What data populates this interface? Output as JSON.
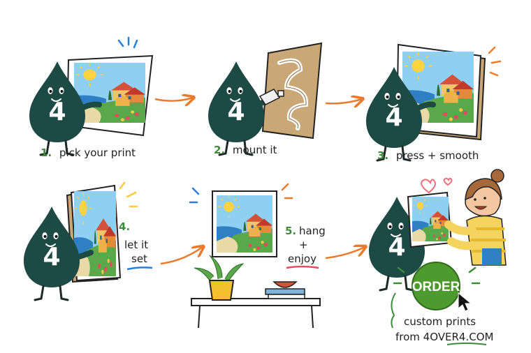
{
  "mascot_number": "4",
  "steps": [
    {
      "number": "1.",
      "label": "pick your print"
    },
    {
      "number": "2.",
      "label": "mount it"
    },
    {
      "number": "3.",
      "label": "press + smooth"
    },
    {
      "number": "4.",
      "label_line1": "let it",
      "label_line2": "set"
    },
    {
      "number": "5.",
      "label_line1": "hang",
      "label_line2": "+",
      "label_line3": "enjoy"
    }
  ],
  "cta": {
    "button_label": "ORDER",
    "caption_line1": "custom prints",
    "caption_line2": "from 4OVER4.COM"
  },
  "colors": {
    "mascot": "#1e4a45",
    "arrow": "#ec7a2a",
    "step_number": "#3f8a3a",
    "order_button": "#4e9a2e",
    "board": "#c9a777",
    "sea": "#2f7fc4",
    "sky": "#8fcff2",
    "heart": "#ef6f7a"
  },
  "icons": [
    "drop-mascot",
    "sun-icon",
    "plant-icon",
    "bowl-icon",
    "cursor-icon",
    "heart-icon"
  ]
}
